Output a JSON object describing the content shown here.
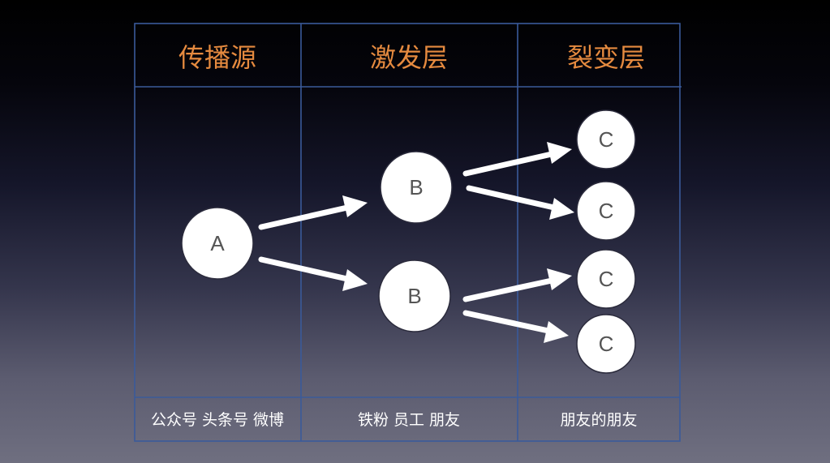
{
  "columns": [
    {
      "header": "传播源",
      "footer": "公众号 头条号 微博"
    },
    {
      "header": "激发层",
      "footer": "铁粉 员工 朋友"
    },
    {
      "header": "裂变层",
      "footer": "朋友的朋友"
    }
  ],
  "nodes": {
    "a": "A",
    "b1": "B",
    "b2": "B",
    "c1": "C",
    "c2": "C",
    "c3": "C",
    "c4": "C"
  },
  "colors": {
    "header_text": "#e58a3f",
    "grid_lines": "#3a5a9a",
    "node_fill": "#ffffff",
    "arrow": "#ffffff"
  }
}
